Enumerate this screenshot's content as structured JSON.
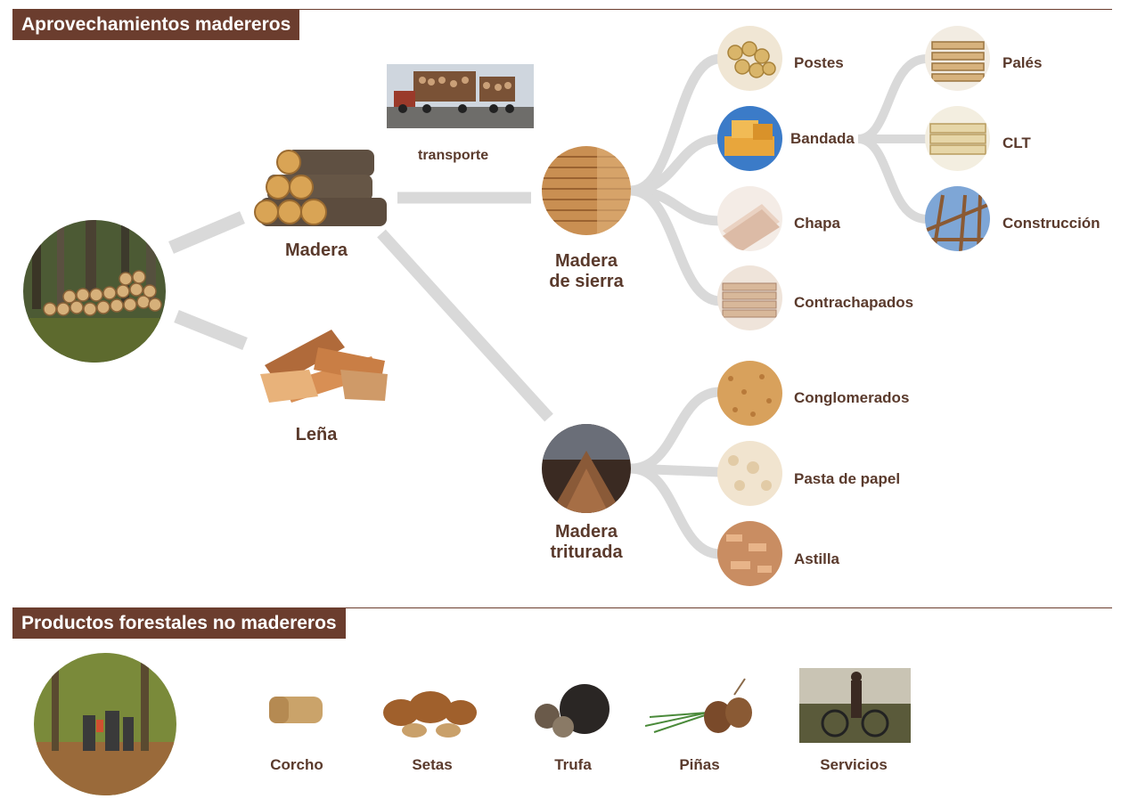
{
  "sections": {
    "timber_title": "Aprovechamientos madereros",
    "nontimber_title": "Productos forestales no madereros"
  },
  "flow": {
    "madera": "Madera",
    "lena": "Leña",
    "transporte": "transporte",
    "madera_sierra": "Madera\nde sierra",
    "madera_triturada": "Madera\ntriturada"
  },
  "sawn_products": {
    "postes": "Postes",
    "bandada": "Bandada",
    "chapa": "Chapa",
    "contrachapados": "Contrachapados"
  },
  "bandada_products": {
    "pales": "Palés",
    "clt": "CLT",
    "construccion": "Construcción"
  },
  "shredded_products": {
    "conglomerados": "Conglomerados",
    "pasta_papel": "Pasta de papel",
    "astilla": "Astilla"
  },
  "nontimber": {
    "items": [
      "Corcho",
      "Setas",
      "Trufa",
      "Piñas",
      "Servicios"
    ]
  },
  "colors": {
    "brand_brown": "#6b3d2e",
    "label_brown": "#5a3a2c",
    "connector_gray": "#d9d9d9"
  }
}
